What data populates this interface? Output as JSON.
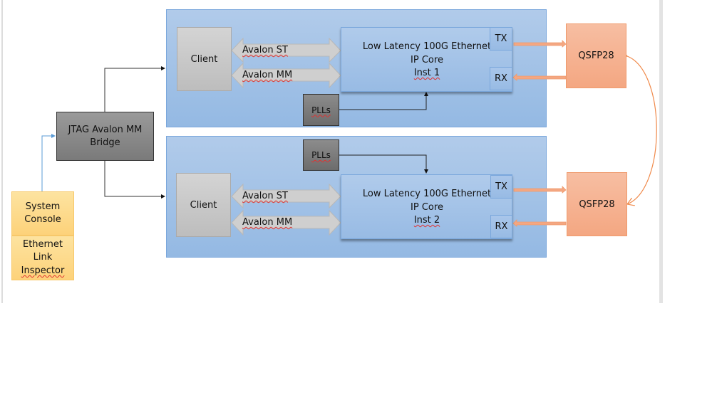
{
  "diagram": {
    "jtag_bridge": {
      "line1": "JTAG Avalon MM",
      "line2": "Bridge"
    },
    "system_console": {
      "line1": "System",
      "line2": "Console"
    },
    "link_inspector": {
      "line1": "Ethernet",
      "line2": "Link",
      "line3": "Inspector"
    },
    "instances": [
      {
        "client": "Client",
        "bus_st": "Avalon ST",
        "bus_mm": "Avalon MM",
        "core_line1": "Low Latency 100G Ethernet",
        "core_line2": "IP Core",
        "core_line3": "Inst 1",
        "tx": "TX",
        "rx": "RX",
        "pll": "PLLs",
        "qsfp": "QSFP28"
      },
      {
        "client": "Client",
        "bus_st": "Avalon ST",
        "bus_mm": "Avalon MM",
        "core_line1": "Low Latency 100G Ethernet",
        "core_line2": "IP Core",
        "core_line3": "Inst 2",
        "tx": "TX",
        "rx": "RX",
        "pll": "PLLs",
        "qsfp": "QSFP28"
      }
    ],
    "colors": {
      "fpga_block": "#a6c4e8",
      "qsfp": "#f5b090",
      "console": "#fdd98a",
      "bridge": "#8a8a8a",
      "link": "#f08a4b"
    }
  }
}
